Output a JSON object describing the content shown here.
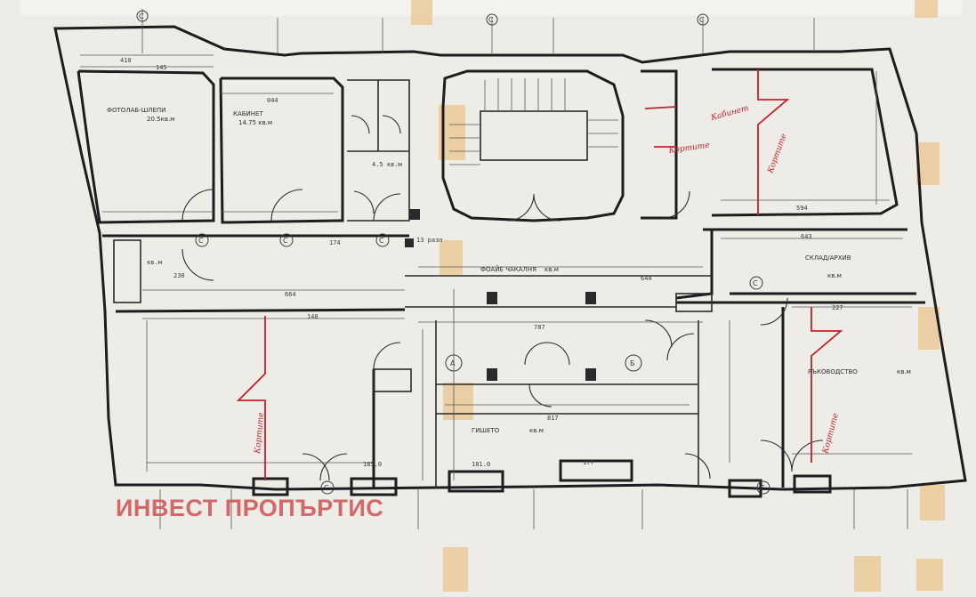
{
  "watermark": "ИНВЕСТ ПРОПЪРТИС",
  "rooms": [
    {
      "id": "r1",
      "label": "ФОТОЛАБ-ШЛЕПИ",
      "area": "20.5кв.м"
    },
    {
      "id": "r2",
      "label": "КАБИНЕТ",
      "area": "14.75 кв.м"
    },
    {
      "id": "r3",
      "label": "ФОАЙЕ ЧАКАЛНЯ",
      "area": "кв.м"
    },
    {
      "id": "r4",
      "label": "СКЛАД/АРХИВ",
      "area": "кв.м"
    },
    {
      "id": "r5",
      "label": "РЪКОВОДСТВО",
      "area": "кв.м"
    },
    {
      "id": "r6",
      "label": "ГИШЕТО",
      "area": "кв.м"
    }
  ],
  "small_labels": {
    "wc_area": "4.5 кв.м",
    "stair": "13 разп",
    "hall_area": "кв.м"
  },
  "handwritten": [
    "Кортите",
    "Кабинет",
    "Кортите",
    "Кортите",
    "Кортите"
  ],
  "dims": [
    "410",
    "044",
    "145",
    "174",
    "664",
    "148",
    "787",
    "817",
    "644",
    "227",
    "181.0",
    "177",
    "185.0",
    "230",
    "594",
    "643"
  ],
  "axis_letters": [
    "С",
    "С",
    "С",
    "С",
    "С",
    "С",
    "С",
    "А",
    "Б",
    "С",
    "С"
  ]
}
